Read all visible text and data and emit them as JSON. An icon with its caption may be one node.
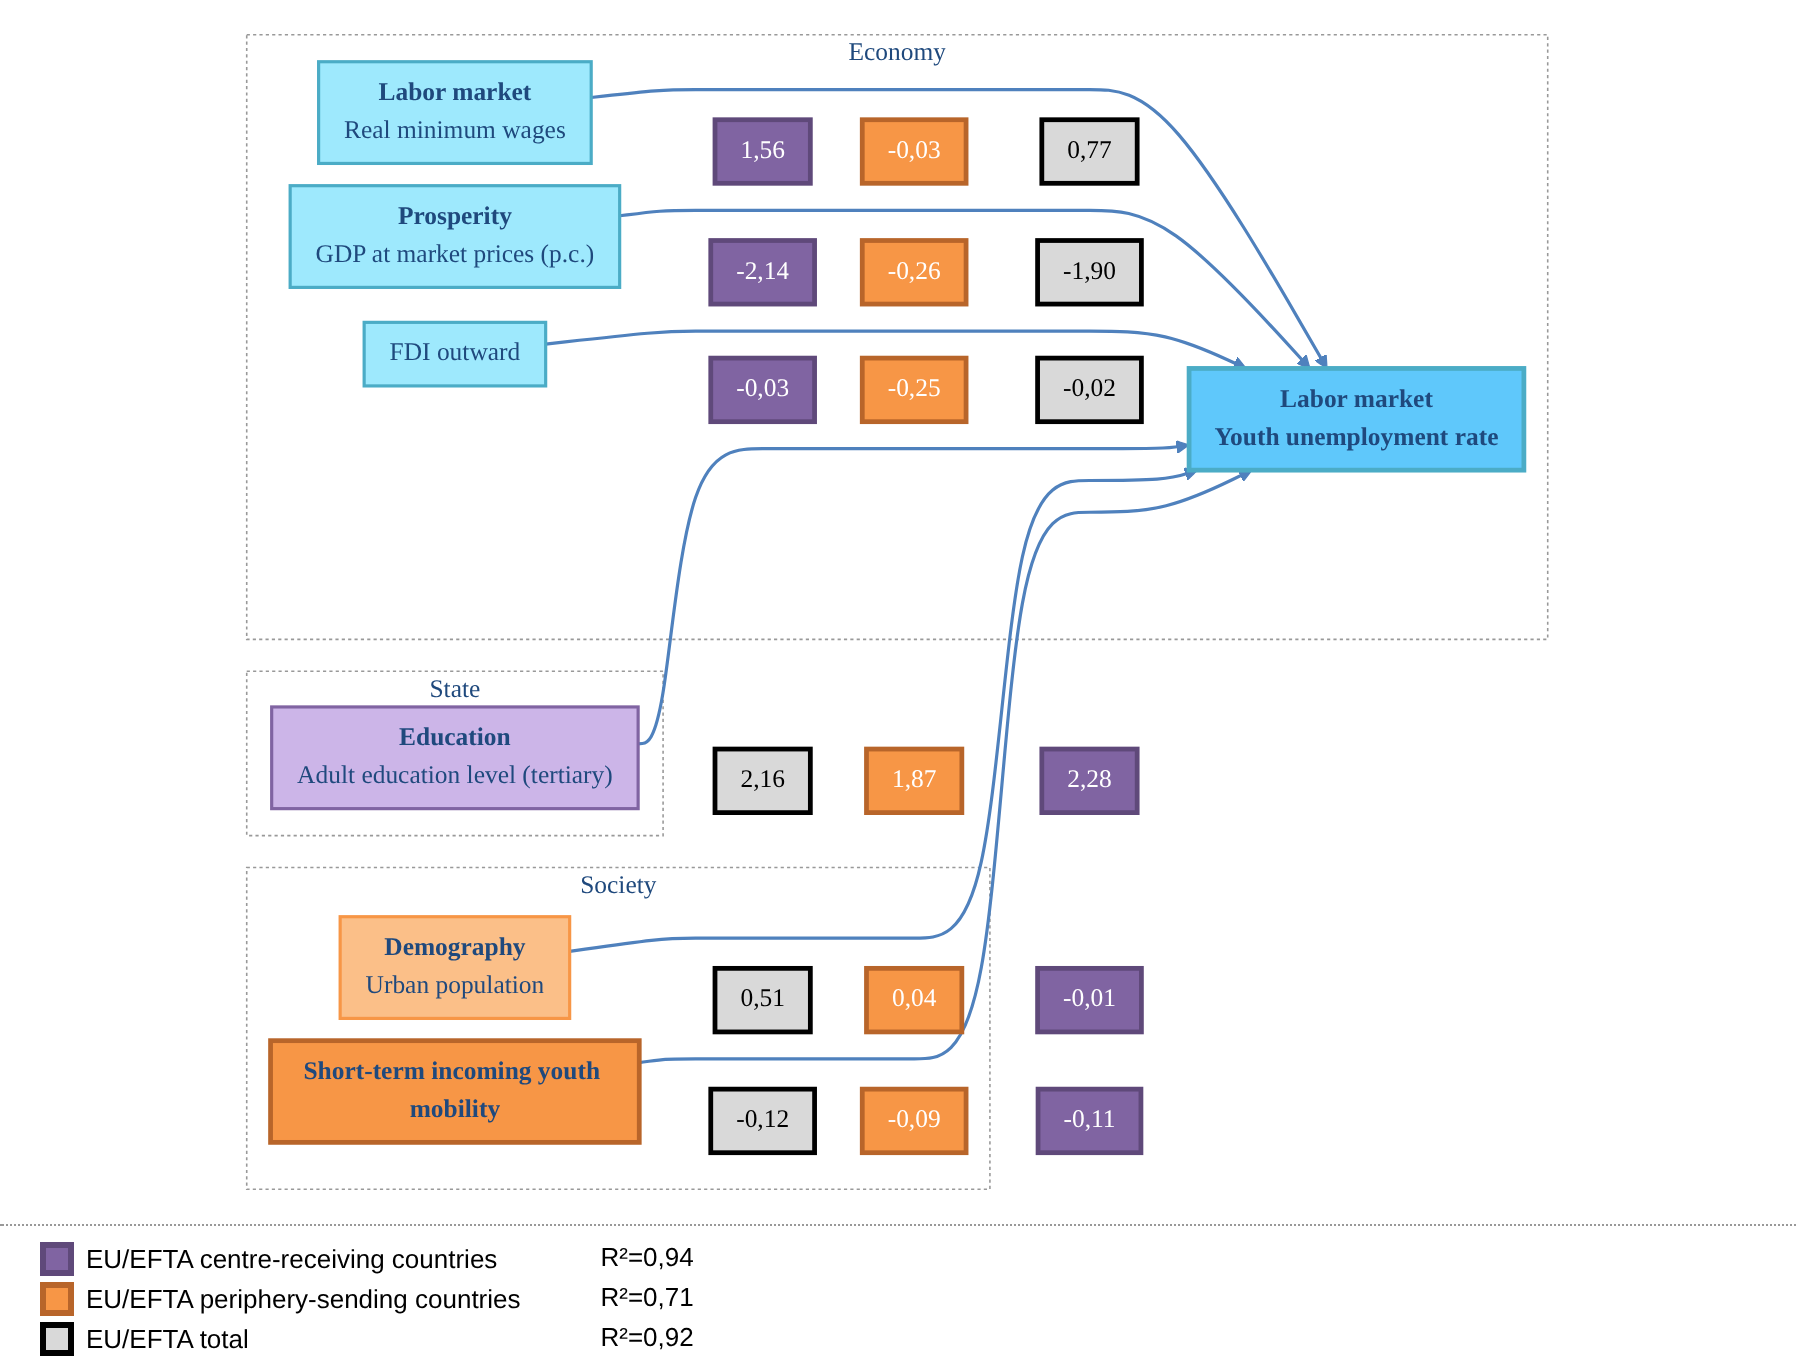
{
  "diagram": {
    "nodes": [
      {
        "text": [
          "Economy"
        ]
      },
      {
        "text": [
          "Labor market",
          "Real minimum wages"
        ],
        "in": 0
      },
      {
        "text": [
          "Prosperity",
          "GDP at market prices (p.c.)"
        ],
        "in": 0
      },
      {
        "text": [
          "FDI outward"
        ],
        "in": 0
      },
      {
        "text": [
          "1,56"
        ],
        "in": 0
      },
      {
        "text": [
          "-2,14"
        ],
        "in": 0
      },
      {
        "text": [
          "-0,03"
        ],
        "in": 0
      },
      {
        "text": [
          "-0,03"
        ],
        "in": 0
      },
      {
        "text": [
          "-0,26"
        ],
        "in": 0
      },
      {
        "text": [
          "-0,25"
        ],
        "in": 0
      },
      {
        "text": [
          "0,77"
        ],
        "in": 0
      },
      {
        "text": [
          "-1,90"
        ],
        "in": 0
      },
      {
        "text": [
          "-0,02"
        ],
        "in": 0
      },
      {
        "text": [
          "Labor market",
          "Youth unemployment rate"
        ],
        "in": 0
      },
      {
        "text": [
          "Society"
        ]
      },
      {
        "text": [
          "Demography",
          "Urban population"
        ],
        "in": 14
      },
      {
        "text": [
          "-0,01"
        ]
      },
      {
        "text": [
          "0,04"
        ],
        "in": 14
      },
      {
        "text": [
          "0,51"
        ],
        "in": 14
      },
      {
        "text": [
          "-0,11"
        ]
      },
      {
        "text": [
          "-0,09"
        ],
        "in": 14
      },
      {
        "text": [
          "-0,12"
        ],
        "in": 14
      },
      {
        "text": [
          "Short-term incoming youth mobility"
        ],
        "in": 14
      },
      {
        "text": [
          "2,28"
        ]
      },
      {
        "text": [
          "1,87"
        ]
      },
      {
        "text": [
          "2,16"
        ]
      },
      {
        "text": [
          "State"
        ]
      },
      {
        "text": [
          "Education",
          "Adult education level (tertiary)"
        ],
        "in": 26
      }
    ],
    "edges": [
      {
        "from": 1,
        "to": 13,
        "arrow": "to"
      },
      {
        "from": 2,
        "to": 13,
        "arrow": "to"
      },
      {
        "from": 3,
        "to": 13,
        "arrow": "to"
      },
      {
        "from": 15,
        "to": 13,
        "arrow": "to"
      },
      {
        "from": 22,
        "to": 13,
        "arrow": "to"
      },
      {
        "from": 27,
        "to": 13,
        "arrow": "to"
      }
    ],
    "labels": [
      "R²=0,94",
      "R²=0,71",
      "R²=0,92"
    ],
    "legend": [
      {
        "text": "EU/EFTA centre-receiving countries",
        "color": "#8064a2"
      },
      {
        "text": "EU/EFTA periphery-sending countries",
        "color": "#f79646"
      },
      {
        "text": "EU/EFTA total",
        "color": "#d9d9d9"
      }
    ]
  }
}
